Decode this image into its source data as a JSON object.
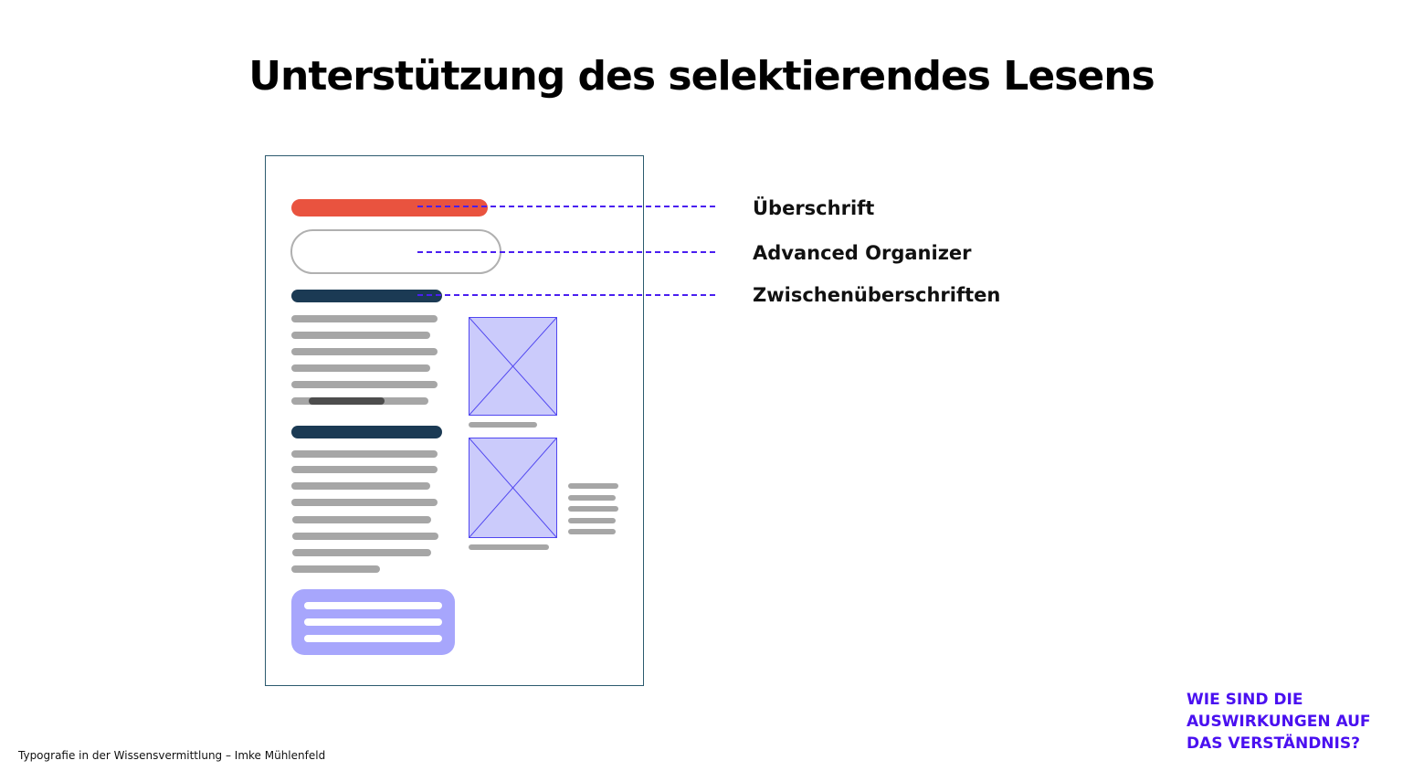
{
  "slide": {
    "title": "Unterstützung des selektierendes Lesens",
    "labels": [
      {
        "text": "Überschrift"
      },
      {
        "text": "Advanced Organizer"
      },
      {
        "text": "Zwischenüberschriften"
      }
    ],
    "question": [
      "WIE SIND DIE",
      "AUSWIRKUNGEN AUF",
      "DAS VERSTÄNDNIS?"
    ],
    "footer": "Typografie in der Wissensvermittlung – Imke Mühlenfeld"
  },
  "colors": {
    "heading": "#e9533f",
    "subheading": "#1b3a54",
    "body_lines": "#a6a6a6",
    "image_placeholder": "#cbcbfb",
    "summary_box": "#a7a6fc",
    "accent": "#4a10f0"
  },
  "mockup": {
    "elements": [
      "heading-bar",
      "advanced-organizer-box",
      "subheading-bar",
      "body-text-lines",
      "image-placeholder",
      "image-caption",
      "subheading-bar",
      "body-text-lines",
      "image-placeholder",
      "side-text-lines",
      "image-caption",
      "summary-box"
    ]
  }
}
